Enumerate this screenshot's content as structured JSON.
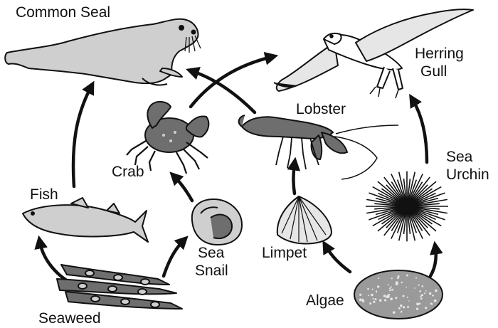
{
  "organisms": {
    "common_seal": "Common Seal",
    "herring_gull_1": "Herring",
    "herring_gull_2": "Gull",
    "lobster": "Lobster",
    "crab": "Crab",
    "sea_urchin_1": "Sea",
    "sea_urchin_2": "Urchin",
    "fish": "Fish",
    "sea_snail_1": "Sea",
    "sea_snail_2": "Snail",
    "limpet": "Limpet",
    "algae": "Algae",
    "seaweed": "Seaweed"
  },
  "colors": {
    "ink": "#111111",
    "body_fill": "#cfcfcf",
    "light_fill": "#e6e6e6",
    "dark_fill": "#6e6e6e",
    "algae_fill": "#9a9a9a"
  }
}
